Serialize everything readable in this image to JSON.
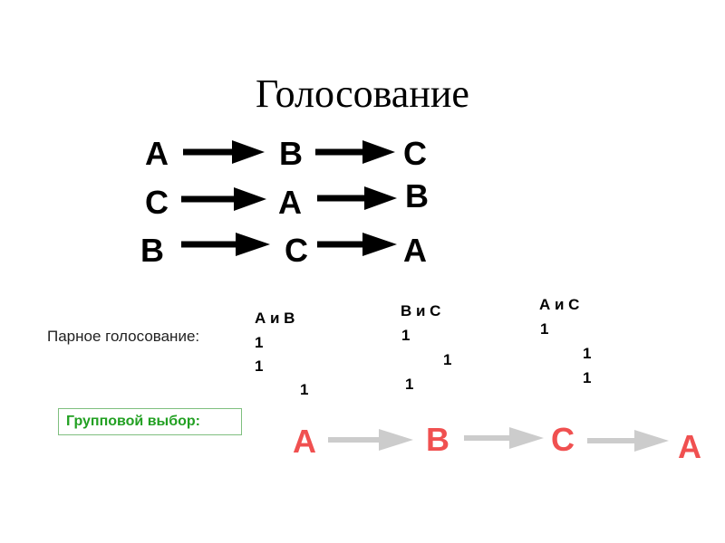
{
  "title": "Голосование",
  "profiles": [
    [
      "A",
      "B",
      "C"
    ],
    [
      "C",
      "A",
      "B"
    ],
    [
      "B",
      "C",
      "A"
    ]
  ],
  "pairwise_label": "Парное голосование:",
  "pairs": [
    {
      "header": "А и В",
      "values": [
        "1",
        "1",
        "1"
      ]
    },
    {
      "header": "В и С",
      "values": [
        "1",
        "1",
        "1"
      ]
    },
    {
      "header": "А и С",
      "values": [
        "1",
        "1",
        "1"
      ]
    }
  ],
  "group_choice_label": "Групповой выбор:",
  "group_chain": [
    "A",
    "B",
    "C",
    "A"
  ],
  "colors": {
    "accent_red": "#f05050",
    "accent_green": "#22a022",
    "arrow_gray": "#cccccc"
  }
}
